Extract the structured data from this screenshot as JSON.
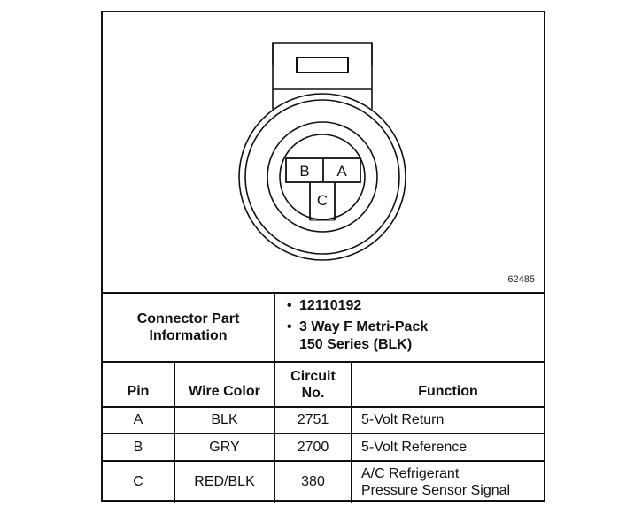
{
  "diagram": {
    "figure_number": "62485",
    "connector_cavities": [
      {
        "label": "B"
      },
      {
        "label": "A"
      },
      {
        "label": "C"
      }
    ]
  },
  "connector_info": {
    "label": "Connector Part Information",
    "label_line1": "Connector Part",
    "label_line2": "Information",
    "items": [
      {
        "bullet": "•",
        "text": "12110192"
      },
      {
        "bullet": "•",
        "text": "3 Way F Metri-Pack",
        "text2": "150 Series (BLK)"
      }
    ]
  },
  "table": {
    "headers": {
      "pin": "Pin",
      "wire_color": "Wire Color",
      "circuit_line1": "Circuit",
      "circuit_line2": "No.",
      "function": "Function"
    },
    "rows": [
      {
        "pin": "A",
        "wire_color": "BLK",
        "circuit": "2751",
        "function": "5-Volt Return",
        "function2": ""
      },
      {
        "pin": "B",
        "wire_color": "GRY",
        "circuit": "2700",
        "function": "5-Volt Reference",
        "function2": ""
      },
      {
        "pin": "C",
        "wire_color": "RED/BLK",
        "circuit": "380",
        "function": "A/C Refrigerant",
        "function2": "Pressure Sensor Signal"
      }
    ]
  }
}
